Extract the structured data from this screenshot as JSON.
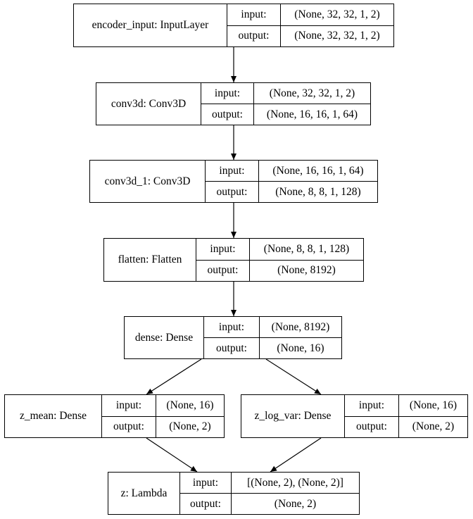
{
  "nodes": [
    {
      "name": "encoder_input: InputLayer",
      "input_label": "input:",
      "output_label": "output:",
      "input": "(None, 32, 32, 1, 2)",
      "output": "(None, 32, 32, 1, 2)"
    },
    {
      "name": "conv3d: Conv3D",
      "input_label": "input:",
      "output_label": "output:",
      "input": "(None, 32, 32, 1, 2)",
      "output": "(None, 16, 16, 1, 64)"
    },
    {
      "name": "conv3d_1: Conv3D",
      "input_label": "input:",
      "output_label": "output:",
      "input": "(None, 16, 16, 1, 64)",
      "output": "(None, 8, 8, 1, 128)"
    },
    {
      "name": "flatten: Flatten",
      "input_label": "input:",
      "output_label": "output:",
      "input": "(None, 8, 8, 1, 128)",
      "output": "(None, 8192)"
    },
    {
      "name": "dense: Dense",
      "input_label": "input:",
      "output_label": "output:",
      "input": "(None, 8192)",
      "output": "(None, 16)"
    },
    {
      "name": "z_mean: Dense",
      "input_label": "input:",
      "output_label": "output:",
      "input": "(None, 16)",
      "output": "(None, 2)"
    },
    {
      "name": "z_log_var: Dense",
      "input_label": "input:",
      "output_label": "output:",
      "input": "(None, 16)",
      "output": "(None, 2)"
    },
    {
      "name": "z: Lambda",
      "input_label": "input:",
      "output_label": "output:",
      "input": "[(None, 2), (None, 2)]",
      "output": "(None, 2)"
    }
  ],
  "edges": [
    [
      0,
      1
    ],
    [
      1,
      2
    ],
    [
      2,
      3
    ],
    [
      3,
      4
    ],
    [
      4,
      5
    ],
    [
      4,
      6
    ],
    [
      5,
      7
    ],
    [
      6,
      7
    ]
  ]
}
